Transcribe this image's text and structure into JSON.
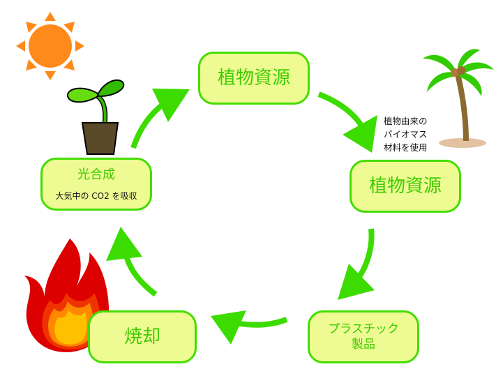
{
  "diagram": {
    "type": "cycle",
    "nodes": {
      "top_resource": {
        "title": "植物資源"
      },
      "right_resource": {
        "title": "植物資源"
      },
      "plastic": {
        "title_line1": "プラスチック",
        "title_line2": "製品"
      },
      "burn": {
        "title": "焼却"
      },
      "photosynthesis": {
        "title": "光合成",
        "subtitle": "大気中の CO2 を吸収"
      }
    },
    "note": {
      "lines": [
        "植物由来の",
        "バイオマス",
        "材料を使用"
      ]
    },
    "flow": [
      "photosynthesis",
      "top_resource",
      "right_resource",
      "plastic",
      "burn",
      "photosynthesis"
    ],
    "icons": [
      "sun-icon",
      "sprout-icon",
      "palm-tree-icon",
      "fire-icon"
    ],
    "colors": {
      "node_fill": "#eefb93",
      "node_border": "#44dd00",
      "node_text": "#3fcc00",
      "arrow": "#3ddc00",
      "sun": "#ff8a1c"
    }
  }
}
